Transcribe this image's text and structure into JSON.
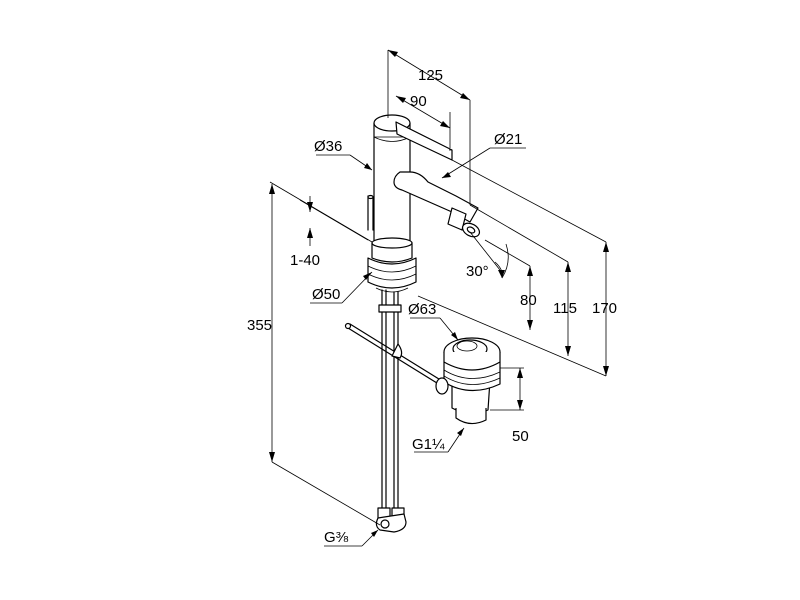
{
  "dimensions": {
    "width_125": "125",
    "width_90": "90",
    "dia_36": "Ø36",
    "dia_21": "Ø21",
    "adjust_1_40": "1-40",
    "angle_30": "30°",
    "dia_50": "Ø50",
    "dia_63": "Ø63",
    "height_355": "355",
    "height_80": "80",
    "height_115": "115",
    "height_170": "170",
    "height_50": "50",
    "thread_g114": "G1¼",
    "thread_g38": "G⅜"
  }
}
